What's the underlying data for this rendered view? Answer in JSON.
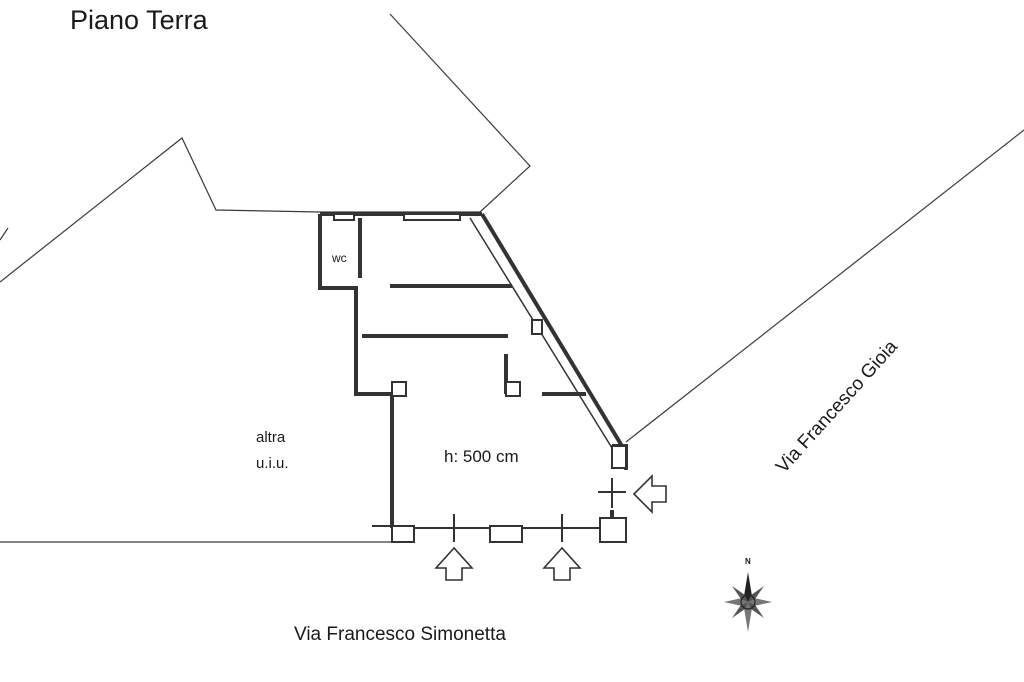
{
  "title": "Piano Terra",
  "rooms": {
    "wc": "wc",
    "other_unit_line1": "altra",
    "other_unit_line2": "u.i.u.",
    "height_note": "h: 500 cm"
  },
  "streets": {
    "south": "Via Francesco Simonetta",
    "east": "Via Francesco Gioia"
  },
  "compass": {
    "north_label": "N"
  },
  "entrances": [
    "entrance-east",
    "entrance-south-left",
    "entrance-south-right"
  ]
}
